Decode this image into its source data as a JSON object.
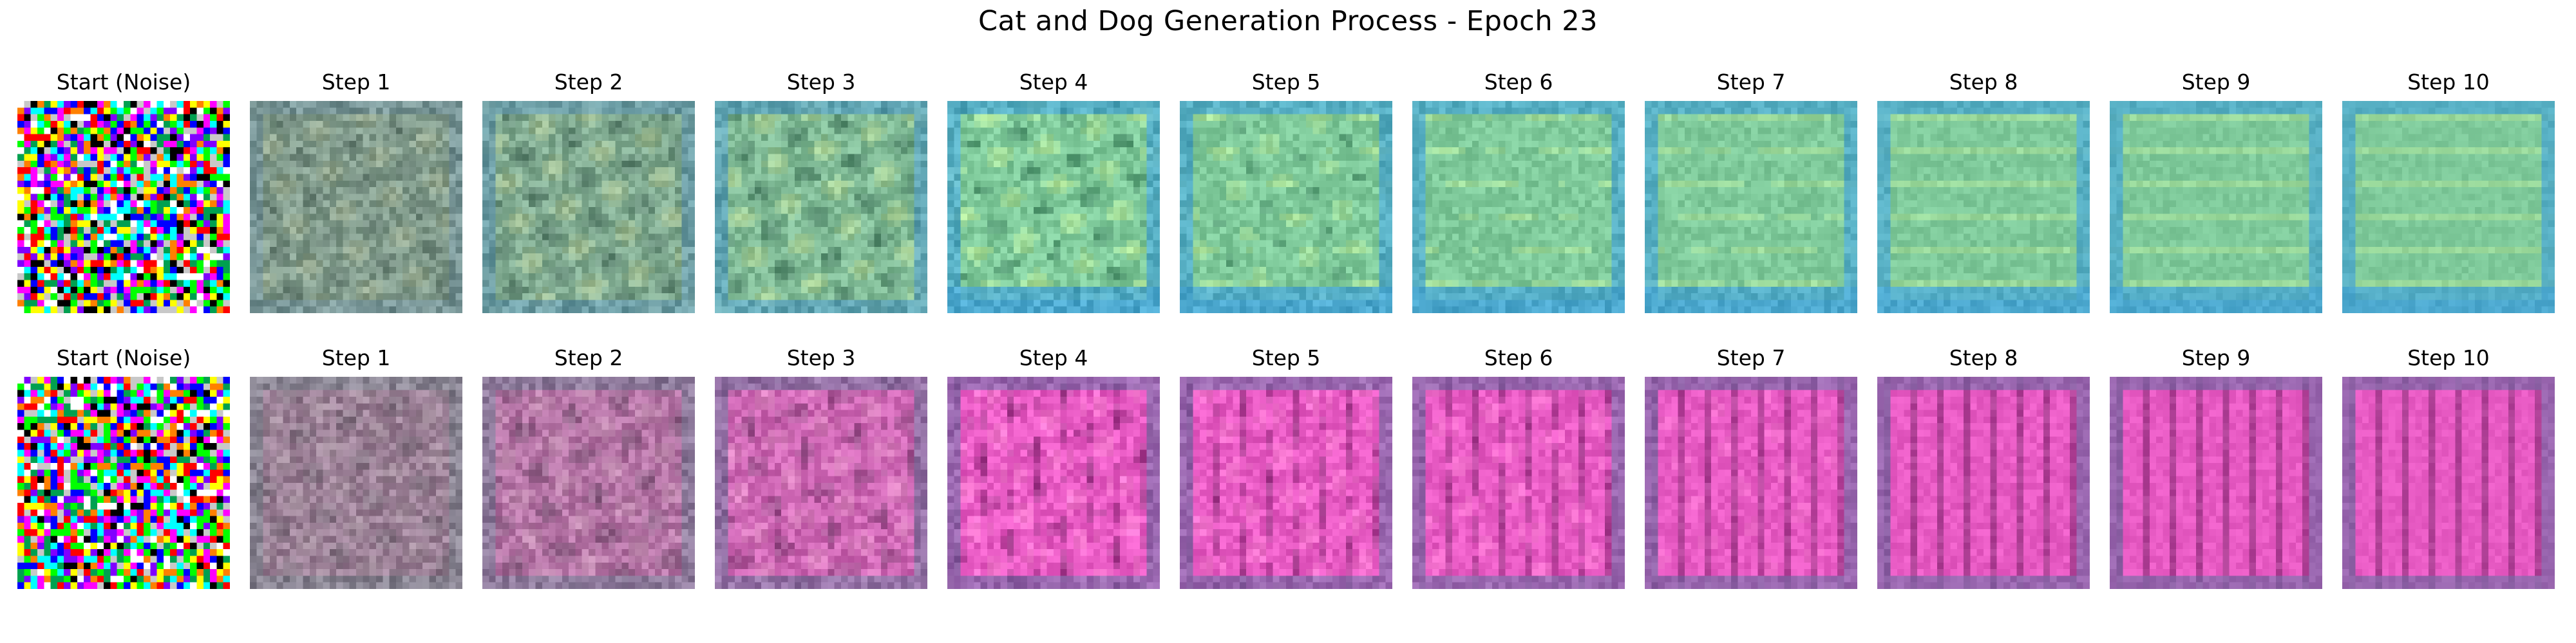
{
  "figure": {
    "title": "Cat and Dog Generation Process - Epoch 23"
  },
  "rows": [
    {
      "theme": "cat",
      "colors": {
        "main": "#7ec99a",
        "light": "#c9f39a",
        "dark": "#2b6b4d",
        "edge": "#49a6d1"
      },
      "panels": [
        {
          "label": "Start (Noise)",
          "stage": "noise"
        },
        {
          "label": "Step 1",
          "stage": 1
        },
        {
          "label": "Step 2",
          "stage": 2
        },
        {
          "label": "Step 3",
          "stage": 3
        },
        {
          "label": "Step 4",
          "stage": 4
        },
        {
          "label": "Step 5",
          "stage": 5
        },
        {
          "label": "Step 6",
          "stage": 6
        },
        {
          "label": "Step 7",
          "stage": 7
        },
        {
          "label": "Step 8",
          "stage": 8
        },
        {
          "label": "Step 9",
          "stage": 9
        },
        {
          "label": "Step 10",
          "stage": 10
        }
      ]
    },
    {
      "theme": "dog",
      "colors": {
        "main": "#e85bc4",
        "light": "#ff8fd8",
        "dark": "#8a2f78",
        "edge": "#7f6aa8"
      },
      "panels": [
        {
          "label": "Start (Noise)",
          "stage": "noise"
        },
        {
          "label": "Step 1",
          "stage": 1
        },
        {
          "label": "Step 2",
          "stage": 2
        },
        {
          "label": "Step 3",
          "stage": 3
        },
        {
          "label": "Step 4",
          "stage": 4
        },
        {
          "label": "Step 5",
          "stage": 5
        },
        {
          "label": "Step 6",
          "stage": 6
        },
        {
          "label": "Step 7",
          "stage": 7
        },
        {
          "label": "Step 8",
          "stage": 8
        },
        {
          "label": "Step 9",
          "stage": 9
        },
        {
          "label": "Step 10",
          "stage": 10
        }
      ]
    }
  ]
}
